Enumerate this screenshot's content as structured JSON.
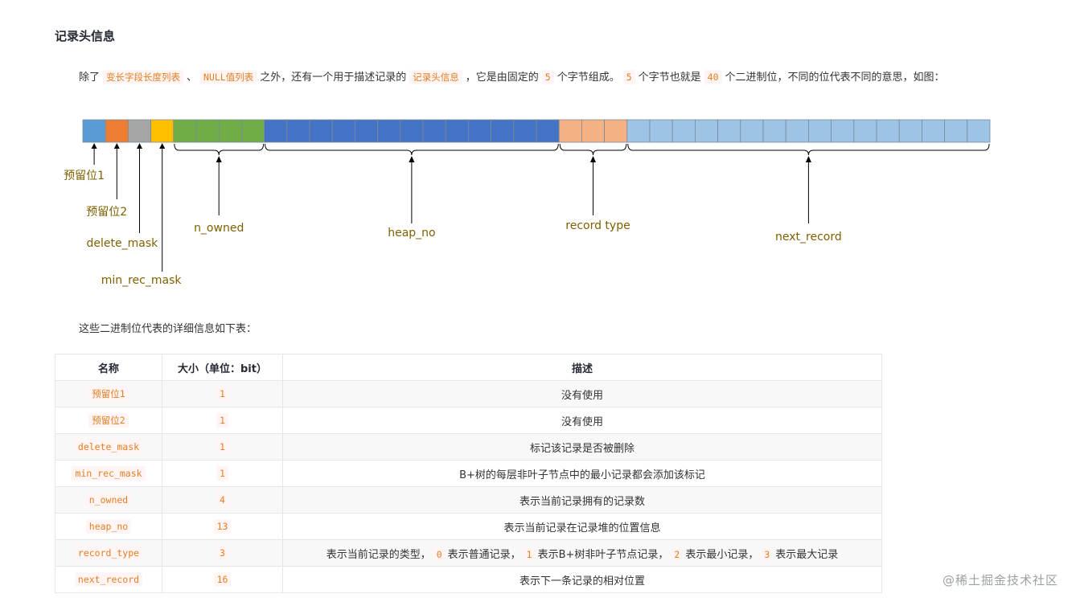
{
  "heading": "记录头信息",
  "intro": {
    "t1": "除了",
    "c1": "变长字段长度列表",
    "t2": "、",
    "c2": "NULL值列表",
    "t3": "之外，还有一个用于描述记录的",
    "c3": "记录头信息",
    "t4": "，它是由固定的",
    "c4": "5",
    "t5": "个字节组成。",
    "c5": "5",
    "t6": "个字节也就是",
    "c6": "40",
    "t7": "个二进制位，不同的位代表不同的意思，如图："
  },
  "diagram": {
    "labels": {
      "reserved1": "预留位1",
      "reserved2": "预留位2",
      "delete_mask": "delete_mask",
      "min_rec_mask": "min_rec_mask",
      "n_owned": "n_owned",
      "heap_no": "heap_no",
      "record_type": "record type",
      "next_record": "next_record"
    },
    "colors": {
      "reserved1": "#5b9bd5",
      "reserved2": "#ed7d31",
      "delete_mask": "#a5a5a5",
      "min_rec_mask": "#ffc000",
      "n_owned": "#70ad47",
      "heap_no": "#4472c4",
      "record_type": "#f4b183",
      "next_record": "#9dc3e6",
      "label": "#7f6000"
    }
  },
  "table_intro": "这些二进制位代表的详细信息如下表：",
  "table": {
    "headers": [
      "名称",
      "大小（单位：bit）",
      "描述"
    ],
    "rows": [
      {
        "name": "预留位1",
        "size": "1",
        "desc": "没有使用"
      },
      {
        "name": "预留位2",
        "size": "1",
        "desc": "没有使用"
      },
      {
        "name": "delete_mask",
        "size": "1",
        "desc": "标记该记录是否被删除"
      },
      {
        "name": "min_rec_mask",
        "size": "1",
        "desc": "B+树的每层非叶子节点中的最小记录都会添加该标记"
      },
      {
        "name": "n_owned",
        "size": "4",
        "desc": "表示当前记录拥有的记录数"
      },
      {
        "name": "heap_no",
        "size": "13",
        "desc": "表示当前记录在记录堆的位置信息"
      },
      {
        "name": "record_type",
        "size": "3",
        "desc_parts": {
          "a": "表示当前记录的类型，",
          "c0": "0",
          "b": "表示普通记录，",
          "c1": "1",
          "c": "表示B+树非叶子节点记录，",
          "c2": "2",
          "d": "表示最小记录，",
          "c3": "3",
          "e": "表示最大记录"
        }
      },
      {
        "name": "next_record",
        "size": "16",
        "desc": "表示下一条记录的相对位置"
      }
    ]
  },
  "watermark": "@稀土掘金技术社区"
}
